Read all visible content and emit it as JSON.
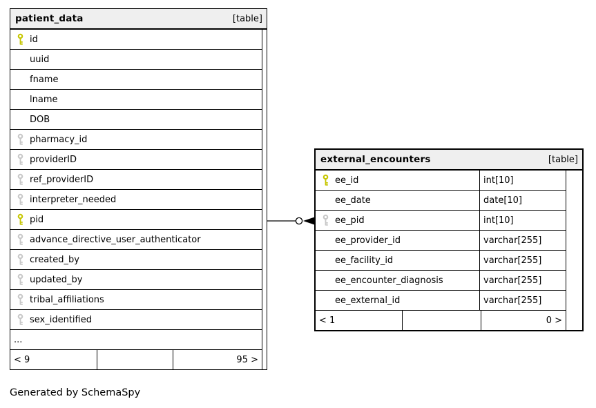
{
  "footer_note": "Generated by SchemaSpy",
  "colors": {
    "primary_key": "#c6c600",
    "index_key": "#c8c8c8",
    "header_bg": "#efefef",
    "border": "#000000"
  },
  "relationship": {
    "from_table": "patient_data",
    "from_column": "pid",
    "to_table": "external_encounters",
    "to_column": "ee_pid",
    "glyphs": [
      "open-circle",
      "solid-arrowhead"
    ]
  },
  "tables": [
    {
      "name": "patient_data",
      "badge": "[table]",
      "emphasis": false,
      "has_type_column": false,
      "columns": [
        {
          "name": "id",
          "key": "primary"
        },
        {
          "name": "uuid",
          "key": ""
        },
        {
          "name": "fname",
          "key": ""
        },
        {
          "name": "lname",
          "key": ""
        },
        {
          "name": "DOB",
          "key": ""
        },
        {
          "name": "pharmacy_id",
          "key": "index"
        },
        {
          "name": "providerID",
          "key": "index"
        },
        {
          "name": "ref_providerID",
          "key": "index"
        },
        {
          "name": "interpreter_needed",
          "key": "index"
        },
        {
          "name": "pid",
          "key": "primary"
        },
        {
          "name": "advance_directive_user_authenticator",
          "key": "index"
        },
        {
          "name": "created_by",
          "key": "index"
        },
        {
          "name": "updated_by",
          "key": "index"
        },
        {
          "name": "tribal_affiliations",
          "key": "index"
        },
        {
          "name": "sex_identified",
          "key": "index"
        }
      ],
      "truncated_indicator": "...",
      "paging": {
        "left": "< 9",
        "middle": "",
        "right": "95 >"
      }
    },
    {
      "name": "external_encounters",
      "badge": "[table]",
      "emphasis": true,
      "has_type_column": true,
      "columns": [
        {
          "name": "ee_id",
          "type": "int[10]",
          "key": "primary"
        },
        {
          "name": "ee_date",
          "type": "date[10]",
          "key": ""
        },
        {
          "name": "ee_pid",
          "type": "int[10]",
          "key": "index"
        },
        {
          "name": "ee_provider_id",
          "type": "varchar[255]",
          "key": ""
        },
        {
          "name": "ee_facility_id",
          "type": "varchar[255]",
          "key": ""
        },
        {
          "name": "ee_encounter_diagnosis",
          "type": "varchar[255]",
          "key": ""
        },
        {
          "name": "ee_external_id",
          "type": "varchar[255]",
          "key": ""
        }
      ],
      "paging": {
        "left": "< 1",
        "middle": "",
        "right": "0 >"
      }
    }
  ]
}
